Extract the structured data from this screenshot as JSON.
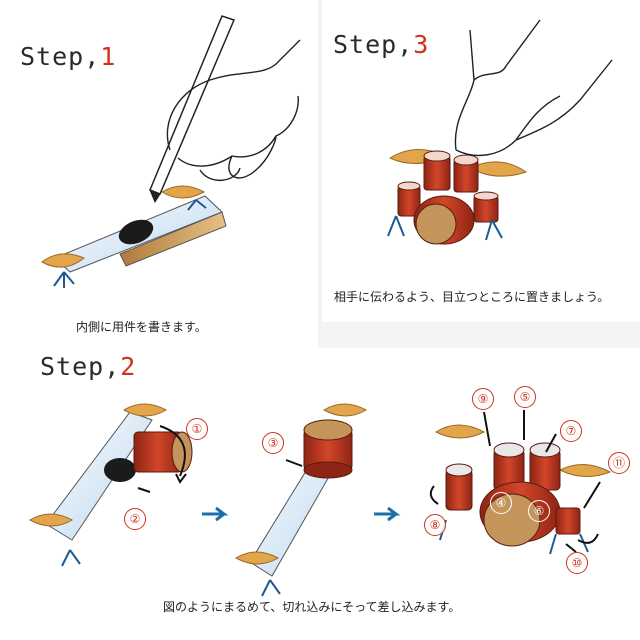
{
  "step1": {
    "label": "Step,",
    "number": "1",
    "caption": "内側に用件を書きます。"
  },
  "step2": {
    "label": "Step,",
    "number": "2",
    "caption": "図のようにまるめて、切れ込みにそって差し込みます。"
  },
  "step3": {
    "label": "Step,",
    "number": "3",
    "caption": "相手に伝わるよう、目立つところに置きましょう。"
  },
  "markers": {
    "m1": "①",
    "m2": "②",
    "m3": "③",
    "m4": "④",
    "m5": "⑤",
    "m6": "⑥",
    "m7": "⑦",
    "m8": "⑧",
    "m9": "⑨",
    "m10": "⑩",
    "m11": "⑪"
  },
  "colors": {
    "step_number": "#d0301c",
    "drum": "#b8321e",
    "arrow": "#1e6fa8",
    "cymbal": "#e2a54a"
  }
}
